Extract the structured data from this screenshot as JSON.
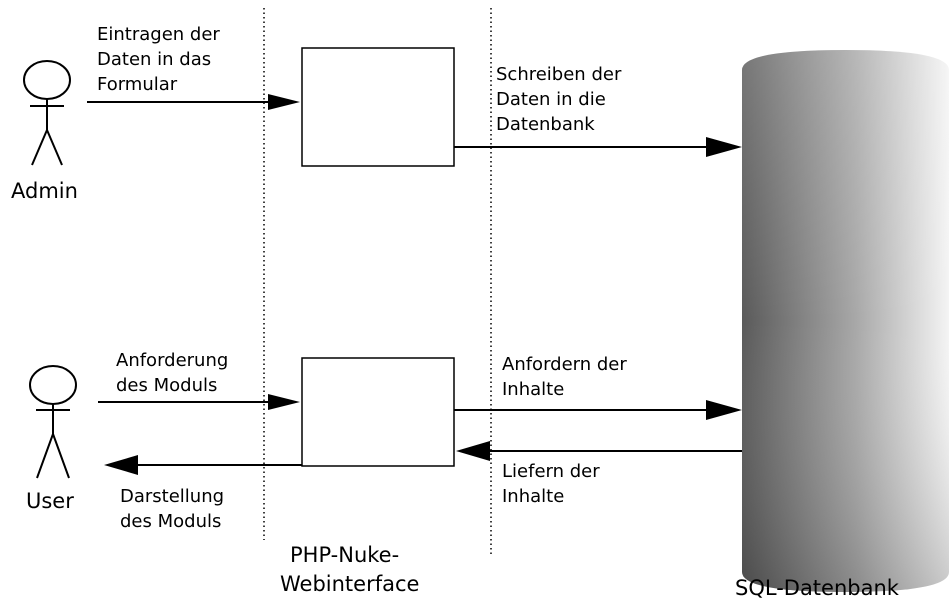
{
  "actors": {
    "admin": {
      "label": "Admin"
    },
    "user": {
      "label": "User"
    }
  },
  "components": {
    "webinterface": {
      "line1": "PHP-Nuke-",
      "line2": "Webinterface"
    },
    "database": {
      "label": "SQL-Datenbank"
    }
  },
  "messages": {
    "admin_to_form": [
      "Eintragen der",
      "Daten in das",
      "Formular"
    ],
    "form_to_db": [
      "Schreiben der",
      "Daten in die",
      "Datenbank"
    ],
    "user_request": [
      "Anforderung",
      "des Moduls"
    ],
    "request_content": [
      "Anfordern der",
      "Inhalte"
    ],
    "deliver_content": [
      "Liefern der",
      "Inhalte"
    ],
    "display_module": [
      "Darstellung",
      "des Moduls"
    ]
  }
}
